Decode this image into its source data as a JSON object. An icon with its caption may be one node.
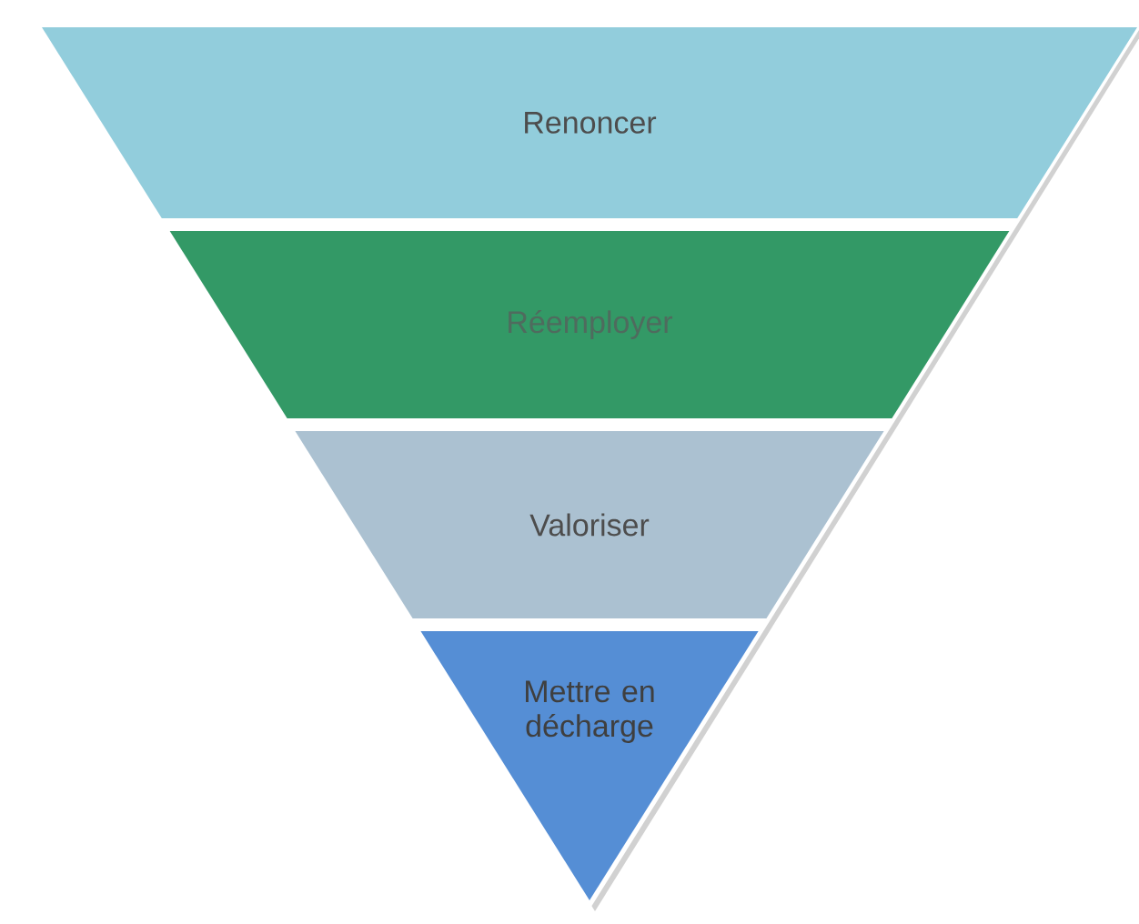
{
  "diagram": {
    "nodes": [
      {
        "text": [
          "Renoncer"
        ]
      },
      {
        "text": [
          "Réemployer"
        ]
      },
      {
        "text": [
          "Valoriser"
        ]
      },
      {
        "text": [
          "Mettre en décharge"
        ]
      }
    ]
  }
}
